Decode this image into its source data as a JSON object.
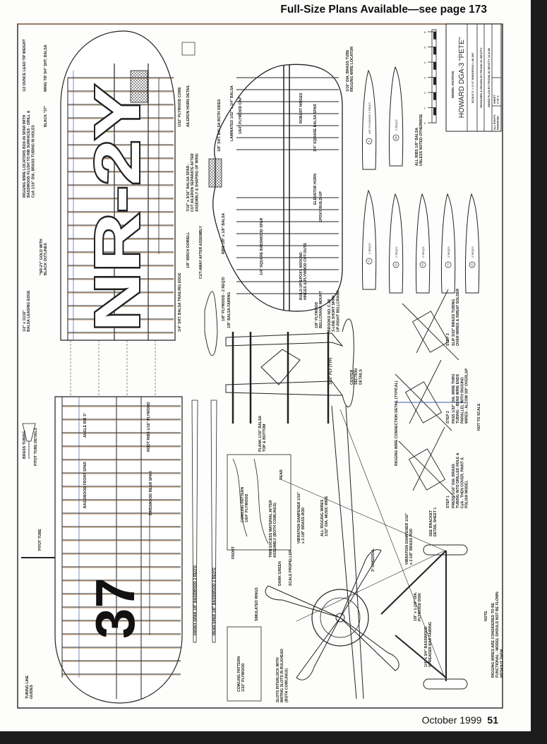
{
  "header": {
    "text": "Full-Size Plans Available—see page 173"
  },
  "footer": {
    "month_year": "October 1999",
    "page_number": "51"
  },
  "title_block": {
    "publisher": "MODEL AVIATION",
    "model_name": "HOWARD DGA-3 \"PETE\"",
    "scale": "SCALE 2\" = 1'-0\"   WINGSPAN = 40-3/4\"",
    "designer": "DESIGNED & DRAWN BY FRANK W. BEATTY",
    "inked": "INKED PLAN BY FRANK W. BEATTY 12-6-98",
    "rights": "ALL RIGHTS RESERVED",
    "sheet": "SHEET 2 OF 2"
  },
  "scale_ruler": {
    "ticks": [
      "0",
      "1",
      "2",
      "3",
      "4",
      "5",
      "6"
    ]
  },
  "markings": {
    "registration": "NR-2Y",
    "race_number": "37"
  },
  "labels": {
    "wing_tip": "WING TIP 3/4\" SHT. BALSA",
    "lead_weight": "1/2 OUNCE LEAD TIP WEIGHT",
    "plywood_core": "1/32\" PLYWOOD CORE",
    "rigging_locators": "RIGGING WIRE LOCATORS BOX-IN SPAR WITH BASSWOOD FLUSH TO RIB SURFACES - DRILL & CyA 1/16\" DIA. BRASS TUBING IN HOLES",
    "black_37": "BLACK \"37\"",
    "gold_nr2y": "\"NR-2Y\" GOLD WITH BLACK OUTLINES",
    "leading_edge": "1/2\" x 11/16\" BALSA LEADING EDGE",
    "trailing_edge": "1/4\" SHT. BALSA TRAILING EDGE",
    "aileron_horn": "AILERON HORN DETAIL",
    "aileron_spar": "7/16\" x 3/16\" BALSA SPAR - CUT AILERON SEPARATE AFTER ASSEMBLY & SHAPING OF WING",
    "birch_dowel": "1/8\" BIRCH DOWELL",
    "cutaway": "CUT-AWAY AFTER ASSEMBLY",
    "sht_balsa_sides": "1/8\" SHT. BALSA BOTH SIDES",
    "laminated": "LAMINATED 1/32\" x 1/4\" BALSA",
    "ply_cap": "1/64\" PLYWOOD CAP",
    "brass_tube": "1/16\" DIA. BRASS TUBE RIGGING WIRE LOCATOR",
    "robart_hinges": "ROBART HINGES",
    "balsa_spar": "1/4\" SQUARE BALSA SPAR",
    "elevator_horn": "ELEVATOR HORN",
    "epoxy_buildup": "EPOXY BUILD-UP",
    "ribs": "RIBS 1/8\" x 1/8\" BALSA",
    "basswood_spar": "1/4\" SQUARE BASSWOOD SPAR",
    "epoxy_hinges": "BUILD-UP EPOXY AROUND HINGES & PLYWOOD CUT-OUTS",
    "ply_2reqd": "1/8\" PLYWOOD - 2 REQ'D",
    "balsa_fairing": "1/8\" BALSA FAIRING",
    "bellcrank_mount": "1/8\" PLYWOOD BELLCRANK MOUNT",
    "bellcrank": "BROOKS NO. C-28 3-LINE SHORT SPAN UP-RIGHT BELLCRANK",
    "ply_typ": "1/16\" PLY (TYP)",
    "planking": "PLANK 1/16\" BALSA TOP & BOTTOM",
    "center_section": "CENTER SECTION DETAILS",
    "front_spar": "FRONT SPAR  1/8\" BASSWOOD  2 REQ'D",
    "rear_spar": "REAR SPAR  1/8\" BASSWOOD  2 REQ'D",
    "angle_rib": "ANGLE RIB 3°",
    "root_ribs": "ROOT RIBS 1/16\" PLYWOOD",
    "basswood_front_spar": "BASSWOOD FRONT SPAR",
    "basswood_rear_spar": "BASSWOOD REAR SPAR",
    "brass_tubing": "BRASS TUBING",
    "pitot_details": "PITOT TUBE DETAILS",
    "pitot_tube": "PITOT TUBE",
    "tubing_guides": "TUBING LINE GUIDES",
    "cowling_pattern": "COWLING PATTERN 1/64\" PLYWOOD",
    "cowling_pattern_2": "COWLING PATTERN 1/32\" PLYWOOD",
    "trim_excess": "TRIM EXCESS MATERIAL AFTER ASSEMBLY (BOTH COWLINGS)",
    "front": "FRONT",
    "rear": "REAR",
    "dark_green": "DARK GREEN",
    "scale_propeller": "SCALE PROPELLER",
    "vibration_dampener_1": "VIBRATION DAMPENER 1/16\" x 2-1/8\" BRASS ROD",
    "all_rigging": "ALL RIGGING WIRES 1/32\" DIA. MUSIC WIRE",
    "simulated_rings": "SIMULATED RINGS",
    "slots_interlock": "SLOTS INTERLOCK WITH MATING SLOTS IN BULKHEAD (BOTH COWLINGS)",
    "dihedral": "3° DIHEDRAL",
    "vibration_dampener_2": "VIBRATION DAMPENER 1/16\" x 2-1/8\" BRASS ROD",
    "bracket_detail": "SEE BRACKET DETAIL SHEET 1",
    "plywood_disk": "1/8\" x 1-1/8\" DIA. PLYWOOD DISK",
    "spreader_bar": "1/4\" x 3/4\" BASSWOOD SPREADER BAR FAIRING",
    "rigging_detail": "RIGGING WIRE CONNECTION DETAIL (TYPICAL)",
    "not_to_scale": "NOT TO SCALE",
    "step1_title": "STEP 1",
    "step1_text": "PRESS 1/16\" DIA. BRASS TUBING INTO DRILLED HOLE & CyA - THEN COVER, PAINT & POLISH MODEL",
    "step2_title": "STEP 2",
    "step2_text": "PASS 1/32\" DIA. WIRE THRU TUBING - BEND WIRE ENDS PARALLEL WITH RIGGING WIRES - ALLOW 3/8\" OVERLAP",
    "step3_title": "STEP 3",
    "step3_text": "SLIP 3/32\" BRASS TUBING OVER WIRES & SWEAT SOLDER",
    "note_title": "NOTE",
    "note_text": "RIGGING WIRES ARE CONSIDERED TO BE FUNCTIONAL - MODEL SHOULD NOT BE FLOWN WITHOUT THEM",
    "all_ribs": "ALL RIBS 1/8\" BALSA UNLESS NOTED OTHERWISE"
  },
  "rib_parts": [
    {
      "letter": "A",
      "qty": "1/8\" PLYWOOD 2 REQ'D"
    },
    {
      "letter": "B",
      "qty": "2 REQ'D"
    },
    {
      "letter": "C",
      "qty": "2 REQ'D"
    },
    {
      "letter": "D",
      "qty": "2 REQ'D"
    },
    {
      "letter": "E",
      "qty": "2 REQ'D"
    },
    {
      "letter": "F",
      "qty": "2 REQ'D"
    },
    {
      "letter": "G",
      "qty": "2 REQ'D"
    }
  ],
  "colors": {
    "ink": "#222222",
    "paper": "#fdfdfb",
    "blue_line": "#3a5fb0",
    "orange_line": "#c9823a"
  }
}
